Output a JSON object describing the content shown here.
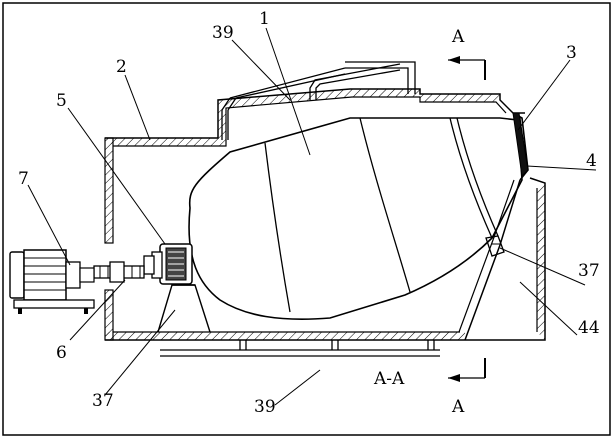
{
  "diagram": {
    "callouts": {
      "c1": "1",
      "c2": "2",
      "c3": "3",
      "c4": "4",
      "c5": "5",
      "c6": "6",
      "c7": "7",
      "c37_right": "37",
      "c37_bottom": "37",
      "c39_top": "39",
      "c39_bottom": "39",
      "c44": "44"
    },
    "section": {
      "mark_top": "A",
      "mark_bottom": "A",
      "caption": "A-A"
    }
  }
}
